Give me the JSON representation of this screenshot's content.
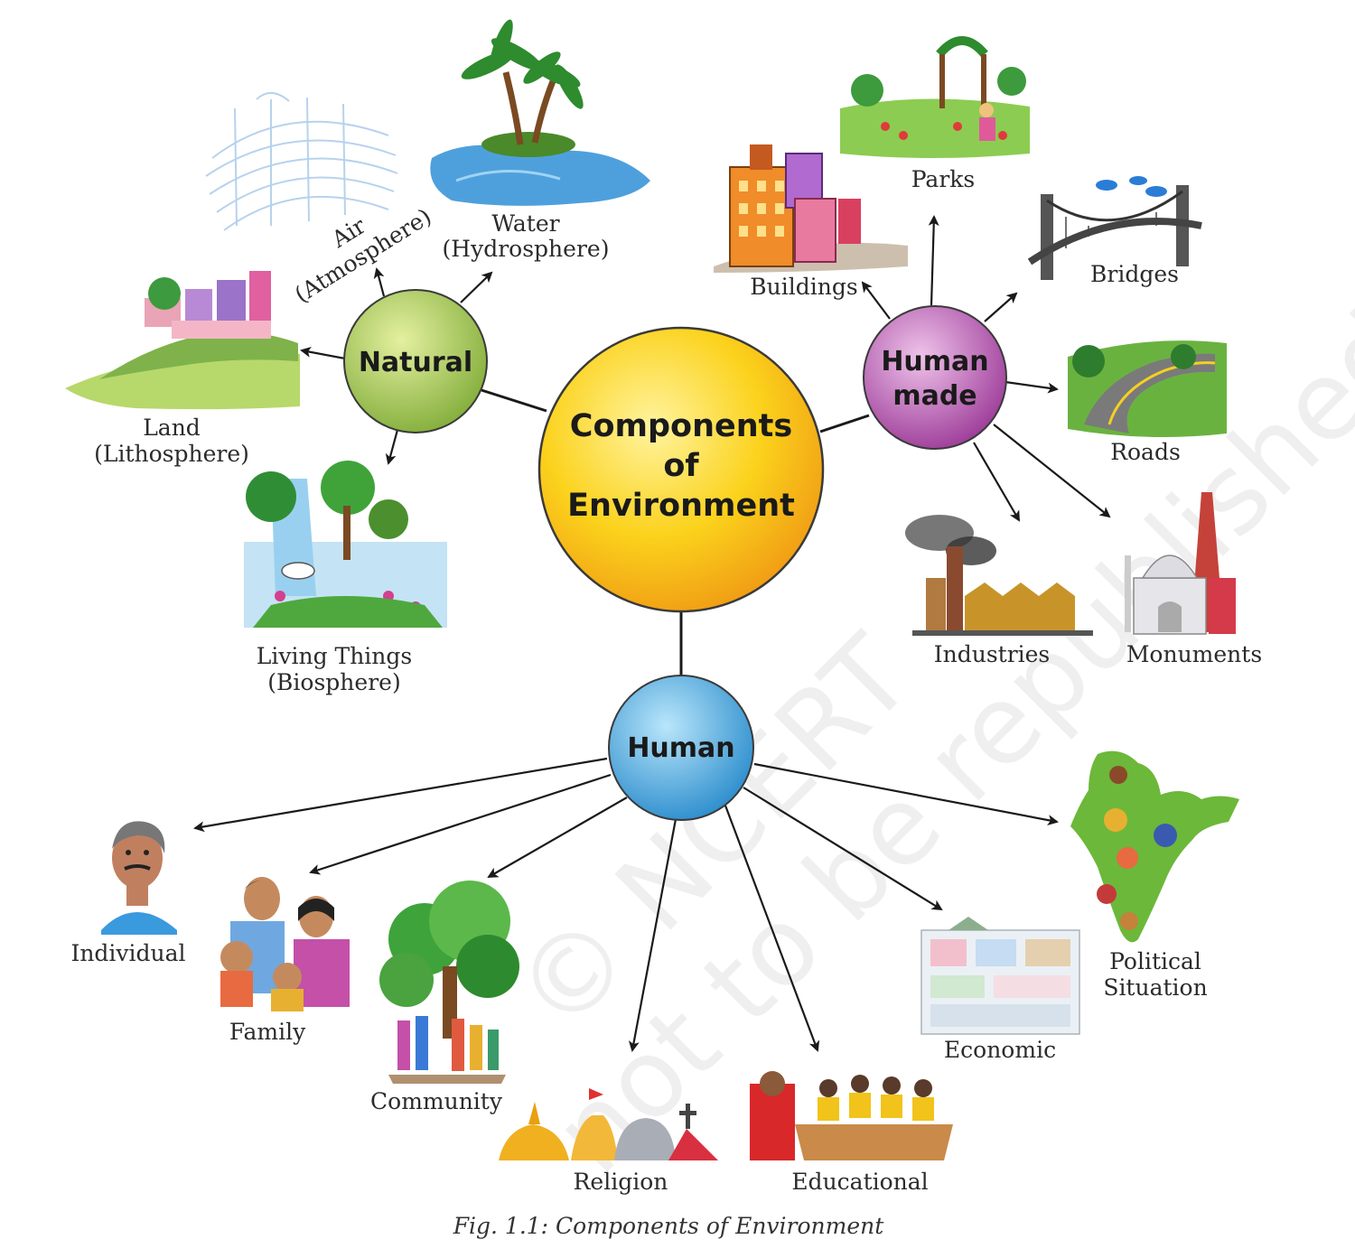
{
  "center": {
    "lines": [
      "Components",
      "of",
      "Environment"
    ]
  },
  "hubs": {
    "natural": {
      "lines": [
        "Natural"
      ]
    },
    "human_made": {
      "lines": [
        "Human",
        "made"
      ]
    },
    "human": {
      "lines": [
        "Human"
      ]
    }
  },
  "natural_items": {
    "air": {
      "line1": "Air",
      "line2": "(Atmosphere)"
    },
    "water": {
      "line1": "Water",
      "line2": "(Hydrosphere)"
    },
    "land": {
      "line1": "Land",
      "line2": "(Lithosphere)"
    },
    "living": {
      "line1": "Living Things",
      "line2": "(Biosphere)"
    }
  },
  "human_made_items": {
    "parks": "Parks",
    "buildings": "Buildings",
    "bridges": "Bridges",
    "roads": "Roads",
    "industries": "Industries",
    "monuments": "Monuments"
  },
  "human_items": {
    "individual": "Individual",
    "family": "Family",
    "community": "Community",
    "religion": "Religion",
    "educational": "Educational",
    "economic": "Economic",
    "political": {
      "line1": "Political",
      "line2": "Situation"
    }
  },
  "caption": "Fig. 1.1: Components of Environment",
  "watermark": {
    "line1": "© NCERT",
    "line2": "not to be republished"
  },
  "colors": {
    "center": "#f8c21a",
    "natural": "#9cc24a",
    "human_made": "#b45cae",
    "human": "#3aa3dc"
  }
}
